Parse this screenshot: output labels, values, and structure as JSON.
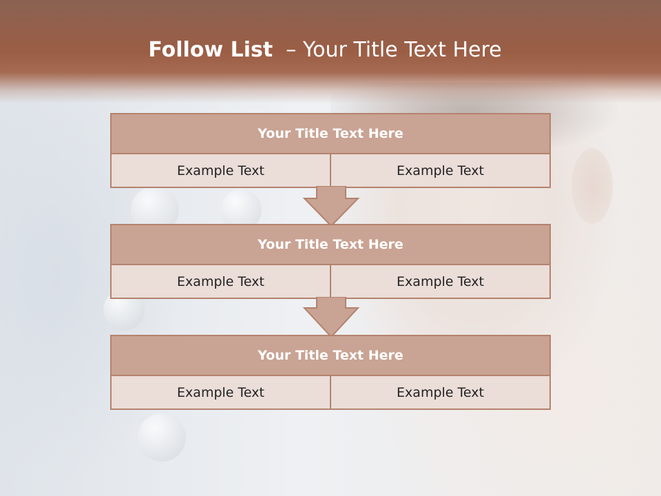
{
  "title": {
    "bold": "Follow List",
    "rest": "  – Your Title Text Here"
  },
  "steps": [
    {
      "title": "Your Title Text Here",
      "left": "Example Text",
      "right": "Example Text"
    },
    {
      "title": "Your Title Text Here",
      "left": "Example Text",
      "right": "Example Text"
    },
    {
      "title": "Your Title Text Here",
      "left": "Example Text",
      "right": "Example Text"
    }
  ],
  "colors": {
    "header": "#9b5e45",
    "box_title_fill": "#c9a393",
    "box_cell_fill": "#ebddd8",
    "box_border": "#b4826d"
  }
}
